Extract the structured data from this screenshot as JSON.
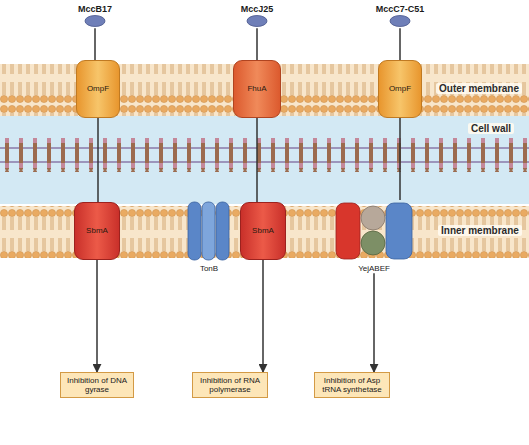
{
  "diagram": {
    "nodes": [
      {
        "text": [
          "MccB17"
        ]
      },
      {
        "text": [
          "MccJ25"
        ]
      },
      {
        "text": [
          "MccC7-C51"
        ]
      },
      {
        "text": [
          "OmpF"
        ]
      },
      {
        "text": [
          "FhuA"
        ]
      },
      {
        "text": [
          "OmpF"
        ]
      },
      {
        "text": [
          "SbmA"
        ]
      },
      {
        "text": [
          "TonB"
        ]
      },
      {
        "text": [
          "SbmA"
        ]
      },
      {
        "text": [
          "YejABEF"
        ]
      },
      {
        "text": [
          "Inhibition of DNA gyrase"
        ]
      },
      {
        "text": [
          "Inhibition of RNA polymerase"
        ]
      },
      {
        "text": [
          "Inhibition of Asp tRNA synthetase"
        ]
      }
    ],
    "edges": [
      {
        "from": 0,
        "to": 3,
        "arrow": "none"
      },
      {
        "from": 3,
        "to": 6,
        "arrow": "none"
      },
      {
        "from": 6,
        "to": 10,
        "arrow": "to"
      },
      {
        "from": 1,
        "to": 4,
        "arrow": "none"
      },
      {
        "from": 4,
        "to": 8,
        "arrow": "none"
      },
      {
        "from": 8,
        "to": 11,
        "arrow": "to"
      },
      {
        "from": 2,
        "to": 5,
        "arrow": "none"
      },
      {
        "from": 5,
        "to": 9,
        "arrow": "none"
      },
      {
        "from": 9,
        "to": 12,
        "arrow": "to"
      }
    ],
    "labels": [
      "Outer membrane",
      "Cell wall",
      "Inner membrane"
    ]
  }
}
